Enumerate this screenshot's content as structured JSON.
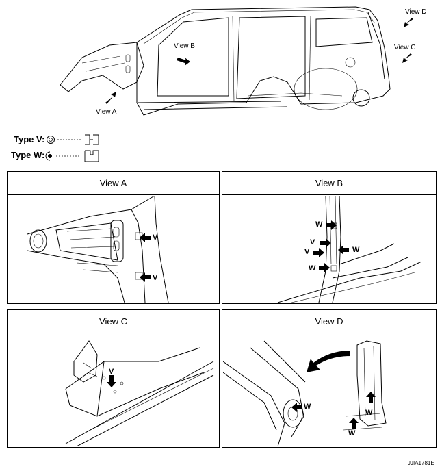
{
  "overview": {
    "view_a_label": "View A",
    "view_b_label": "View B",
    "view_c_label": "View C",
    "view_d_label": "View D"
  },
  "legend": {
    "type_v_label": "Type V:",
    "type_w_label": "Type W:"
  },
  "panels": [
    {
      "title": "View A",
      "callouts": [
        "V",
        "V"
      ]
    },
    {
      "title": "View B",
      "callouts": [
        "W",
        "V",
        "V",
        "W",
        "W"
      ]
    },
    {
      "title": "View C",
      "callouts": [
        "V"
      ]
    },
    {
      "title": "View D",
      "callouts": [
        "W",
        "W",
        "W"
      ]
    }
  ],
  "figure_id": "JJIA1781E"
}
